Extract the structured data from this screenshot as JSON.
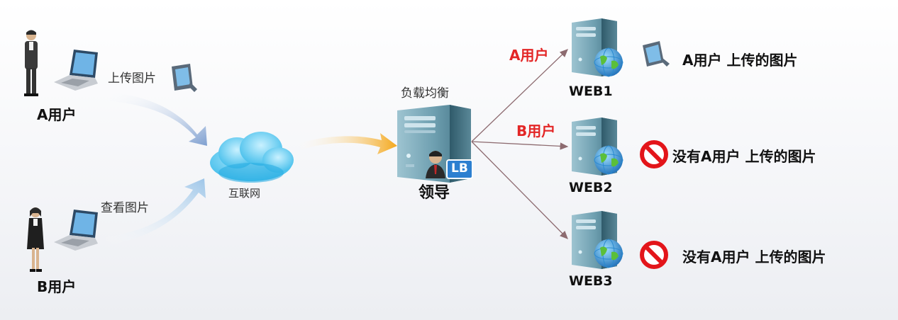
{
  "users": {
    "a": {
      "label": "A用户",
      "action": "上传图片"
    },
    "b": {
      "label": "B用户",
      "action": "查看图片"
    }
  },
  "internet": {
    "label": "互联网"
  },
  "load_balancer": {
    "title": "负载均衡",
    "label": "领导",
    "badge": "LB"
  },
  "servers": [
    {
      "name": "WEB1",
      "route_label": "A用户",
      "status": "A用户 上传的图片",
      "has_image": true
    },
    {
      "name": "WEB2",
      "route_label": "B用户",
      "status": "没有A用户 上传的图片",
      "has_image": false
    },
    {
      "name": "WEB3",
      "route_label": "",
      "status": "没有A用户 上传的图片",
      "has_image": false
    }
  ],
  "colors": {
    "route_label": "#e32626",
    "no_sign": "#e3151a",
    "server_body": "#6b9fb0",
    "cloud": "#3cc3ee",
    "upload_arrow": "#8fb0d6",
    "lb_arrow": "#f4a81c",
    "connector": "#8d6b70"
  },
  "icons": {
    "user": "person-icon",
    "laptop": "laptop-icon",
    "picture": "picture-frame-icon",
    "cloud": "cloud-icon",
    "server": "server-icon",
    "globe": "globe-icon",
    "no_entry": "no-entry-icon"
  }
}
